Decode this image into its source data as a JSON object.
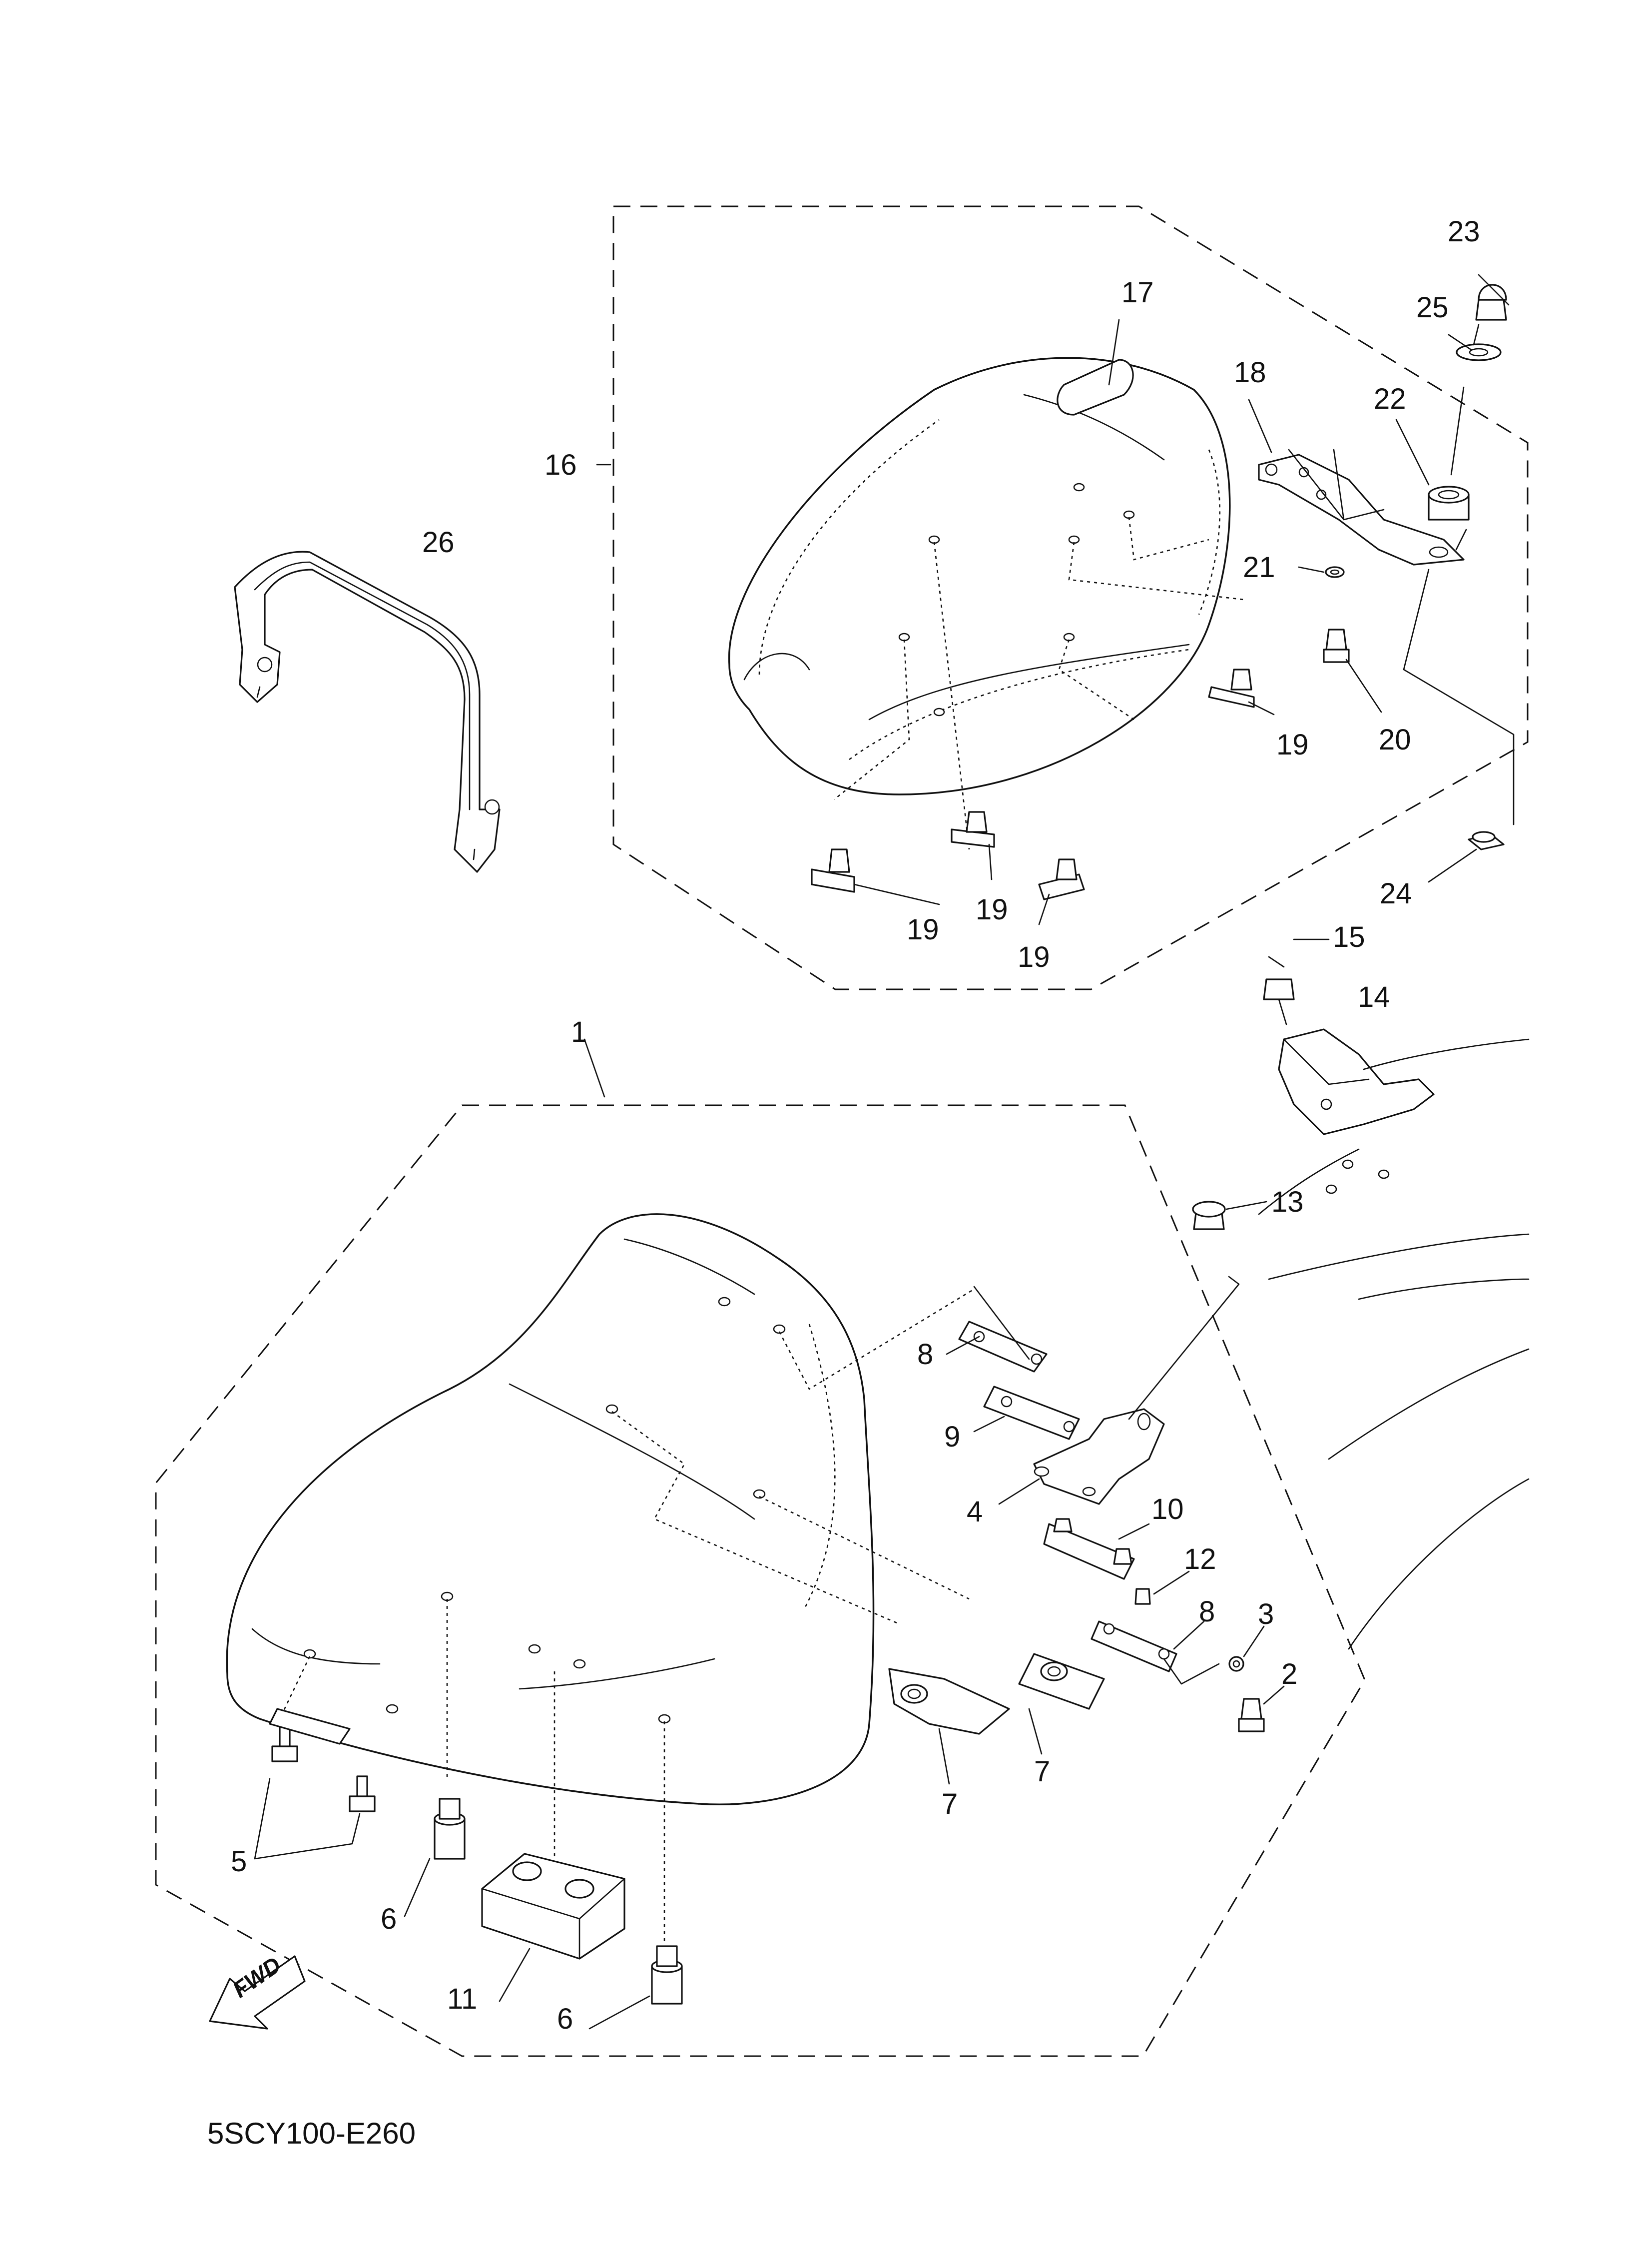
{
  "diagram_code": "5SCY100-E260",
  "fwd_label": "FWD",
  "callouts": {
    "c1": "1",
    "c2": "2",
    "c3": "3",
    "c4": "4",
    "c5": "5",
    "c6a": "6",
    "c6b": "6",
    "c7a": "7",
    "c7b": "7",
    "c8a": "8",
    "c8b": "8",
    "c9": "9",
    "c10": "10",
    "c11": "11",
    "c12": "12",
    "c13": "13",
    "c14": "14",
    "c15": "15",
    "c16": "16",
    "c17": "17",
    "c18": "18",
    "c19a": "19",
    "c19b": "19",
    "c19c": "19",
    "c19d": "19",
    "c20": "20",
    "c21": "21",
    "c22": "22",
    "c23": "23",
    "c24": "24",
    "c25": "25",
    "c26": "26"
  }
}
